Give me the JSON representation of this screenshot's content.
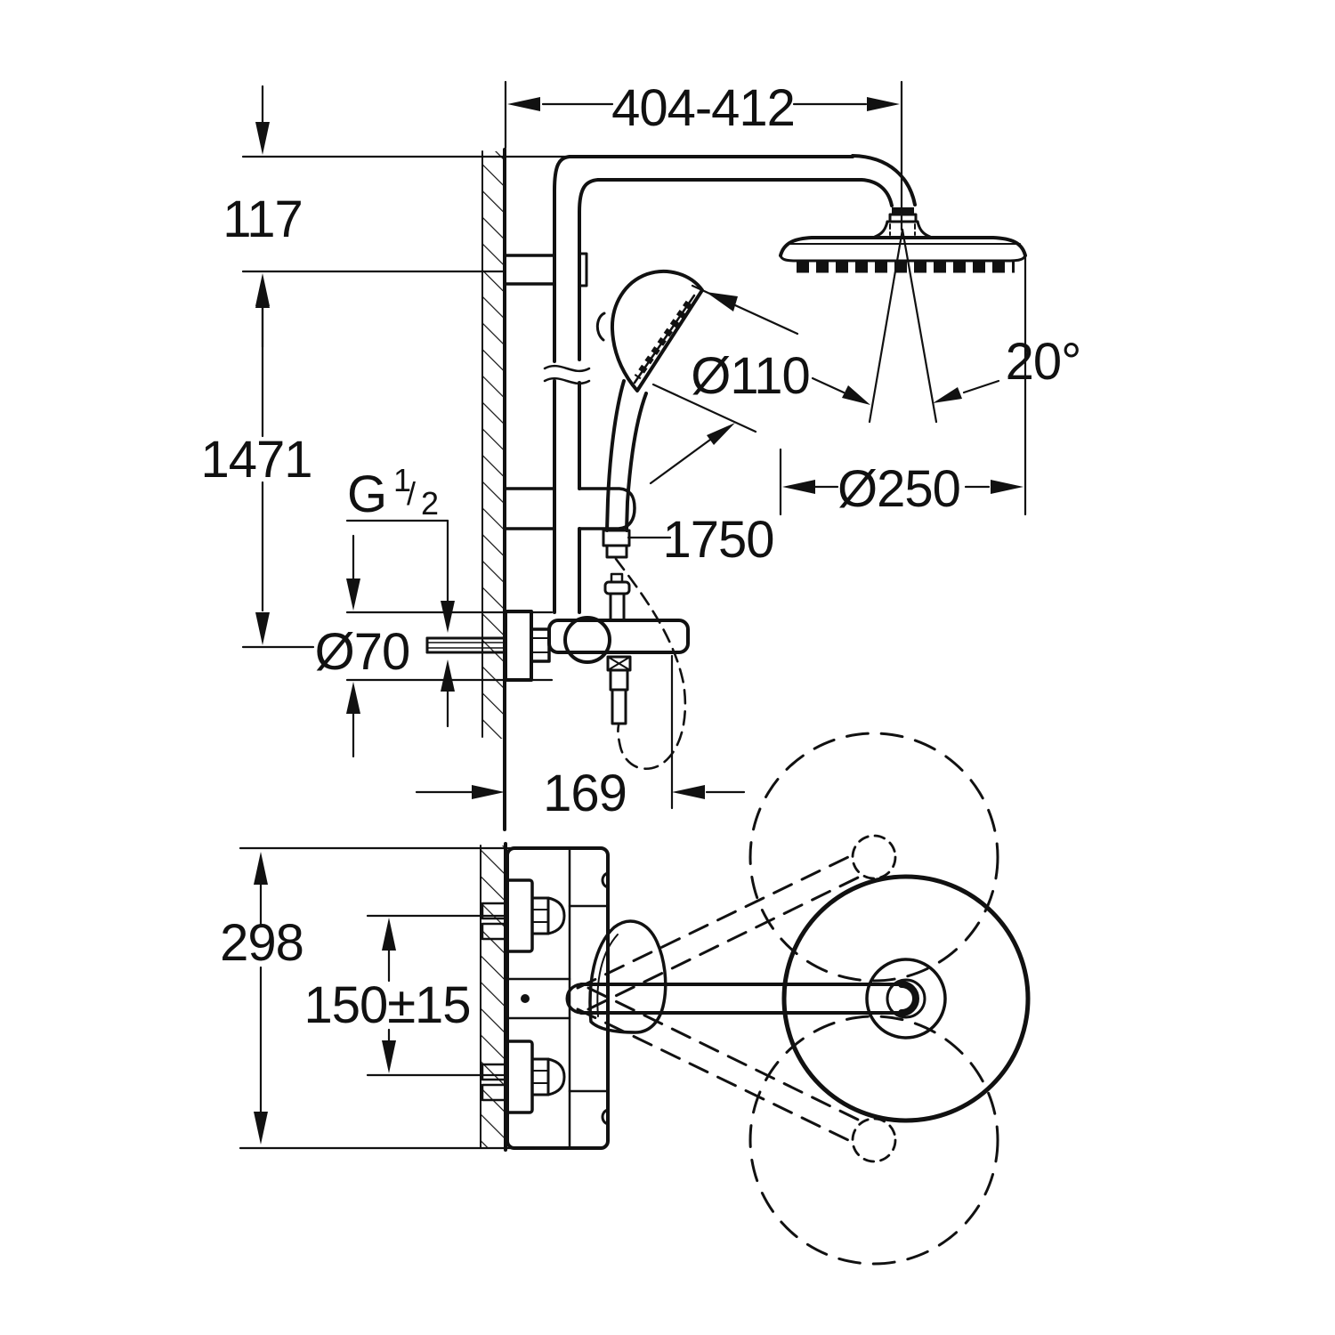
{
  "drawing": {
    "background": "#ffffff",
    "line_color": "#111111",
    "labels": {
      "arm_reach": "404-412",
      "head_top_offset": "117",
      "mount_height": "1471",
      "thread_letter": "G",
      "thread_numerator": "1",
      "thread_slash": "/",
      "thread_denominator": "2",
      "escutcheon_diameter": "Ø70",
      "hand_shower_diameter": "Ø110",
      "hose_length": "1750",
      "head_tilt_angle": "20°",
      "head_shower_diameter": "Ø250",
      "spout_projection": "169",
      "plan_overall_depth": "298",
      "inlet_spacing": "150±15"
    }
  }
}
